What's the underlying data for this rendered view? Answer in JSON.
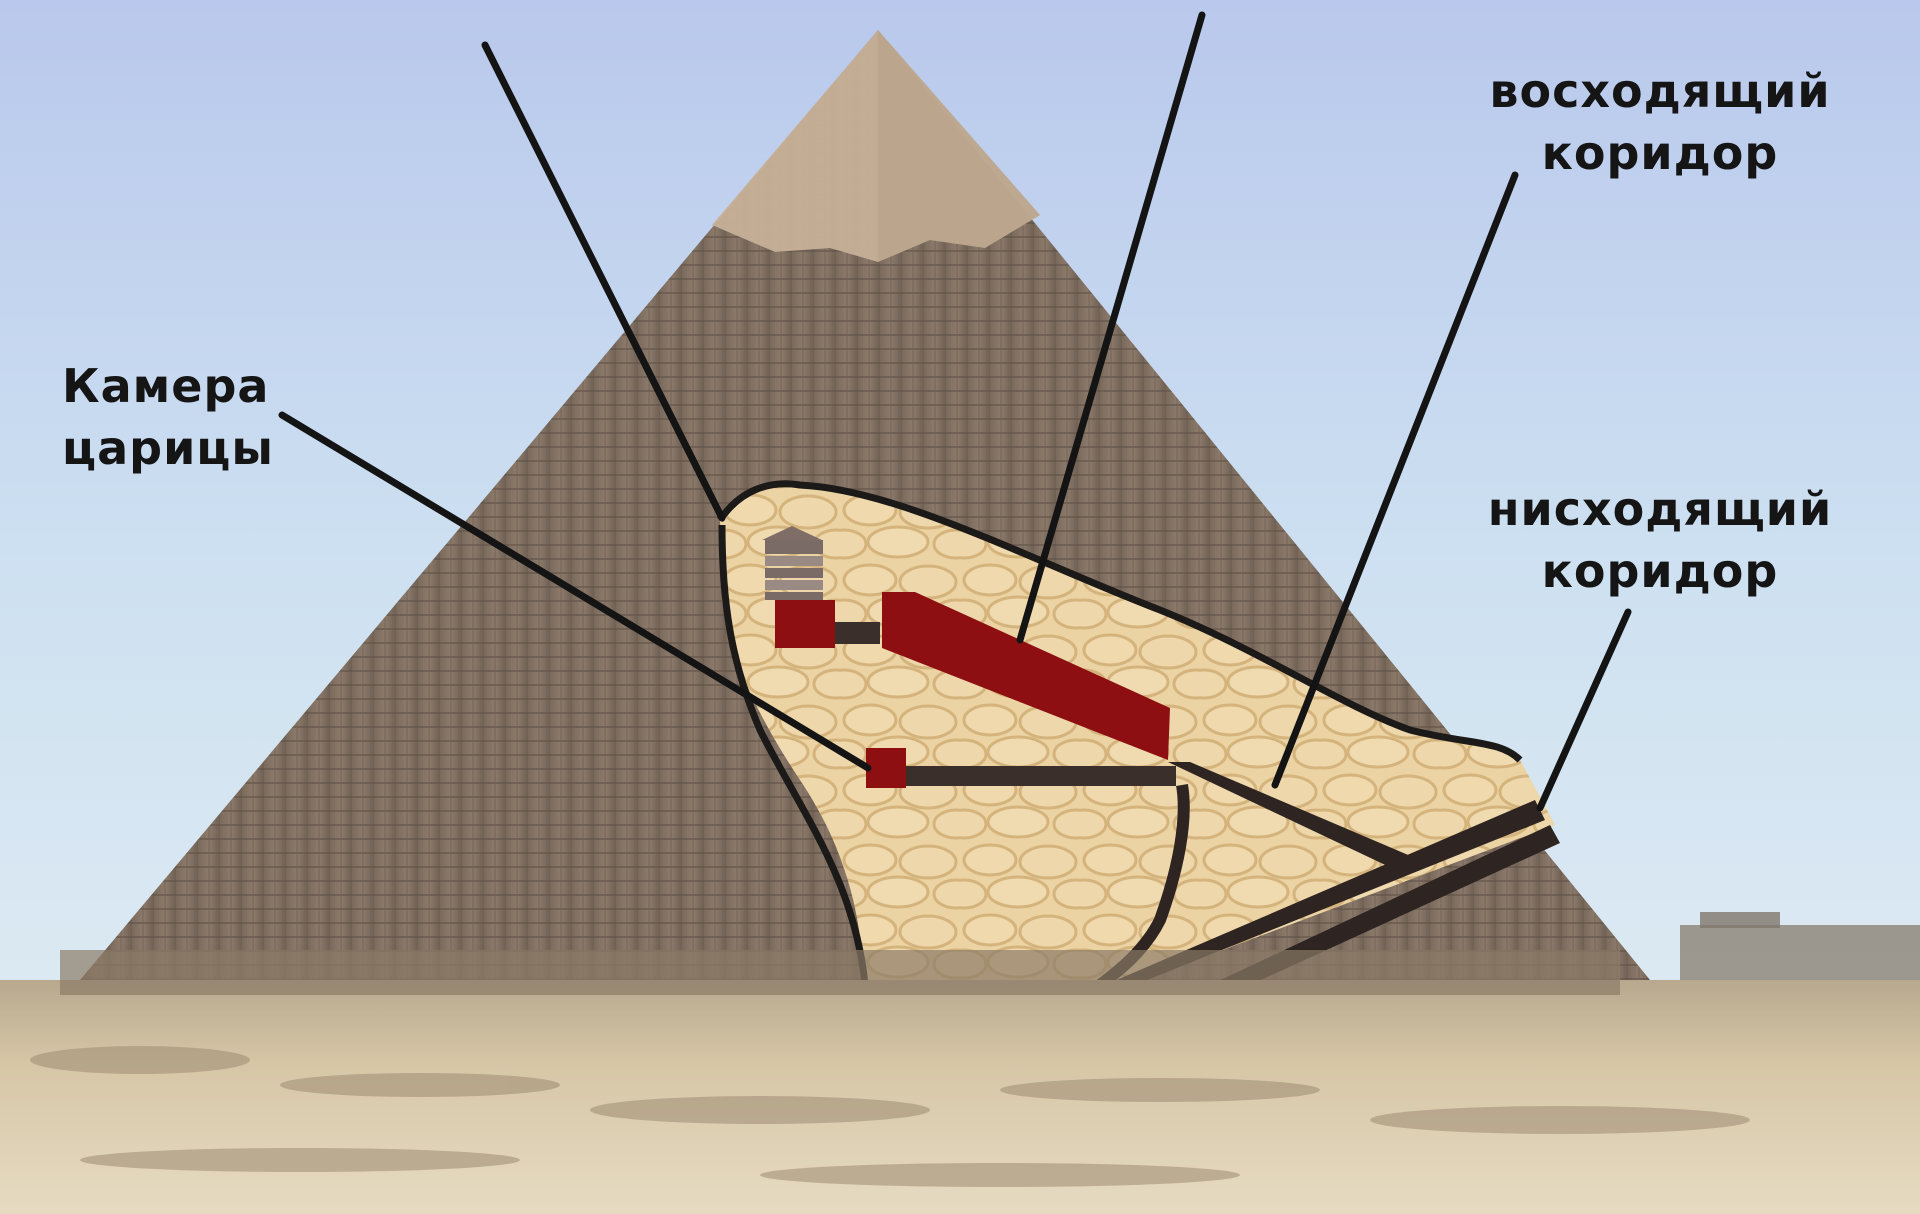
{
  "labels": {
    "queens_chamber": {
      "line1": "Камера",
      "line2": "царицы"
    },
    "ascending_corridor": {
      "line1": "восходящий",
      "line2": "коридор"
    },
    "descending_corridor": {
      "line1": "нисходящий",
      "line2": "коридор"
    }
  },
  "colors": {
    "sky_top": "#b7c6ea",
    "sky_bottom": "#d8ecf5",
    "pyramid_stone": "#8a7a6c",
    "pyramid_cap": "#c7b29a",
    "cutaway_fill": "#ecd4a6",
    "chamber_red": "#8e0f12",
    "corridor_dark": "#3a2f2a",
    "ground": "#d7c7a7"
  }
}
